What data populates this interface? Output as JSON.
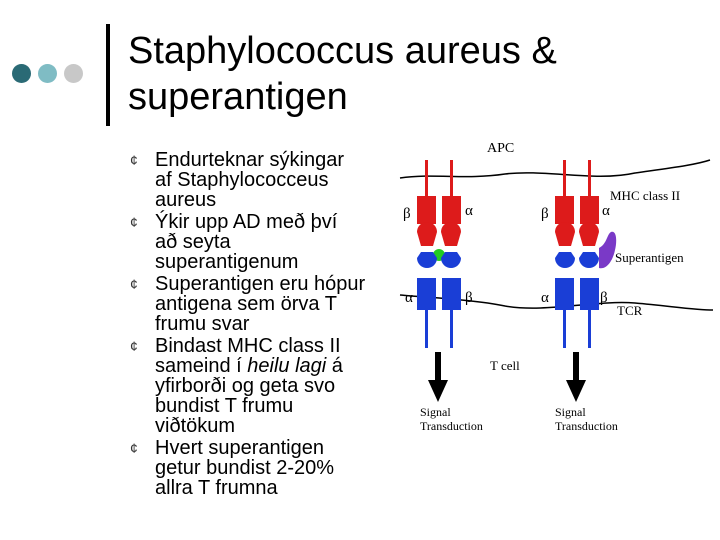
{
  "title": {
    "line1": "Staphylococcus aureus &",
    "line2": "superantigen"
  },
  "bullet_glyph": "¢",
  "bullets": [
    {
      "lines": [
        "Endurteknar sýkingar",
        "af Staphylococceus",
        "aureus"
      ]
    },
    {
      "lines": [
        "Ýkir upp AD með því",
        "að seyta",
        "superantigenum"
      ]
    },
    {
      "lines": [
        "Superantigen eru hópur",
        "antigena sem örva T",
        "frumu svar"
      ]
    },
    {
      "lines_rich": [
        {
          "parts": [
            {
              "text": "Bindast MHC class II"
            }
          ]
        },
        {
          "parts": [
            {
              "text": "sameind í "
            },
            {
              "text": "heilu lagi",
              "italic": true
            },
            {
              "text": " á"
            }
          ]
        },
        {
          "parts": [
            {
              "text": "yfirborði og geta svo"
            }
          ]
        },
        {
          "parts": [
            {
              "text": "bundist T frumu"
            }
          ]
        },
        {
          "parts": [
            {
              "text": "viðtökum"
            }
          ]
        }
      ]
    },
    {
      "lines": [
        "Hvert superantigen",
        "getur bundist 2-20%",
        "allra T frumna"
      ]
    }
  ],
  "diagram": {
    "apc_label": "APC",
    "mhc_label": "MHC class II",
    "superantigen_label": "Superantigen",
    "tcr_label": "TCR",
    "tcell_label": "T cell",
    "signal_label_line1": "Signal",
    "signal_label_line2": "Transduction",
    "beta": "β",
    "alpha": "α"
  },
  "colors": {
    "dot_dark": "#2a6a75",
    "dot_mid": "#7fbcc4",
    "dot_light": "#c8c8c8",
    "mhc_red": "#dd1b1b",
    "tcr_blue": "#1a3ed6",
    "antigen_green": "#22cc22",
    "superantigen_purple": "#7a39c7"
  }
}
